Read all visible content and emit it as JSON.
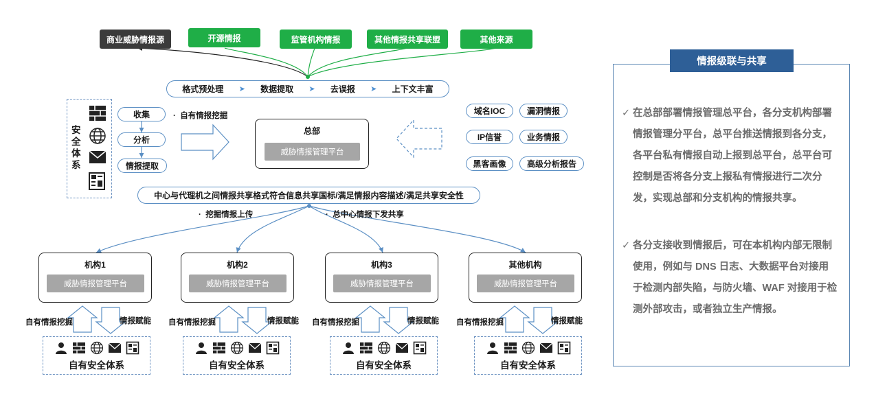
{
  "sources": [
    {
      "label": "商业威胁情报源",
      "style": "dark"
    },
    {
      "label": "开源情报",
      "style": "green"
    },
    {
      "label": "监管机构情报",
      "style": "green"
    },
    {
      "label": "其他情报共享联盟",
      "style": "green"
    },
    {
      "label": "其他来源",
      "style": "green"
    }
  ],
  "pipeline": {
    "steps": [
      "格式预处理",
      "数据提取",
      "去误报",
      "上下文丰富"
    ],
    "arrow": "➤"
  },
  "security_system": {
    "label_chars": [
      "安",
      "全",
      "体",
      "系"
    ]
  },
  "process": {
    "steps": [
      "收集",
      "分析",
      "情报提取"
    ],
    "bullet": "自有情报挖掘"
  },
  "hq": {
    "title": "总部",
    "platform": "威胁情报管理平台"
  },
  "intel_types": [
    "域名IOC",
    "漏洞情报",
    "IP信誉",
    "业务情报",
    "黑客画像",
    "高级分析报告"
  ],
  "standard_bar": "中心与代理机之间情报共享格式符合信息共享国标/满足情报内容描述/满足共享安全性",
  "flow_bullets": {
    "up": "挖掘情报上传",
    "down": "总中心情报下发共享"
  },
  "branches": [
    {
      "title": "机构1",
      "platform": "威胁情报管理平台"
    },
    {
      "title": "机构2",
      "platform": "威胁情报管理平台"
    },
    {
      "title": "机构3",
      "platform": "威胁情报管理平台"
    },
    {
      "title": "其他机构",
      "platform": "威胁情报管理平台"
    }
  ],
  "branch_labels": {
    "up": "自有情报挖掘",
    "down": "情报赋能",
    "own_system": "自有安全体系"
  },
  "panel": {
    "title": "情报级联与共享",
    "check_mark": "✓",
    "items": [
      "在总部部署情报管理总平台，各分支机构部署情报管理分平台，总平台推送情报到各分支，各平台私有情报自动上报到总平台，总平台可控制是否将各分支上报私有情报进行二次分发，实现总部和分支机构的情报共享。",
      "各分支接收到情报后，可在本机构内部无限制使用，例如与 DNS 日志、大数据平台对接用于检测内部失陷，与防火墙、WAF 对接用于检测外部攻击，或者独立生产情报。"
    ]
  },
  "colors": {
    "green": "#1fae47",
    "dark": "#3b3b3b",
    "blue_line": "#5b8fc4",
    "panel_title": "#2e5f97",
    "platform": "#a6a6a6"
  },
  "icons": [
    "user-icon",
    "firewall-icon",
    "globe-icon",
    "envelope-icon",
    "report-icon"
  ]
}
